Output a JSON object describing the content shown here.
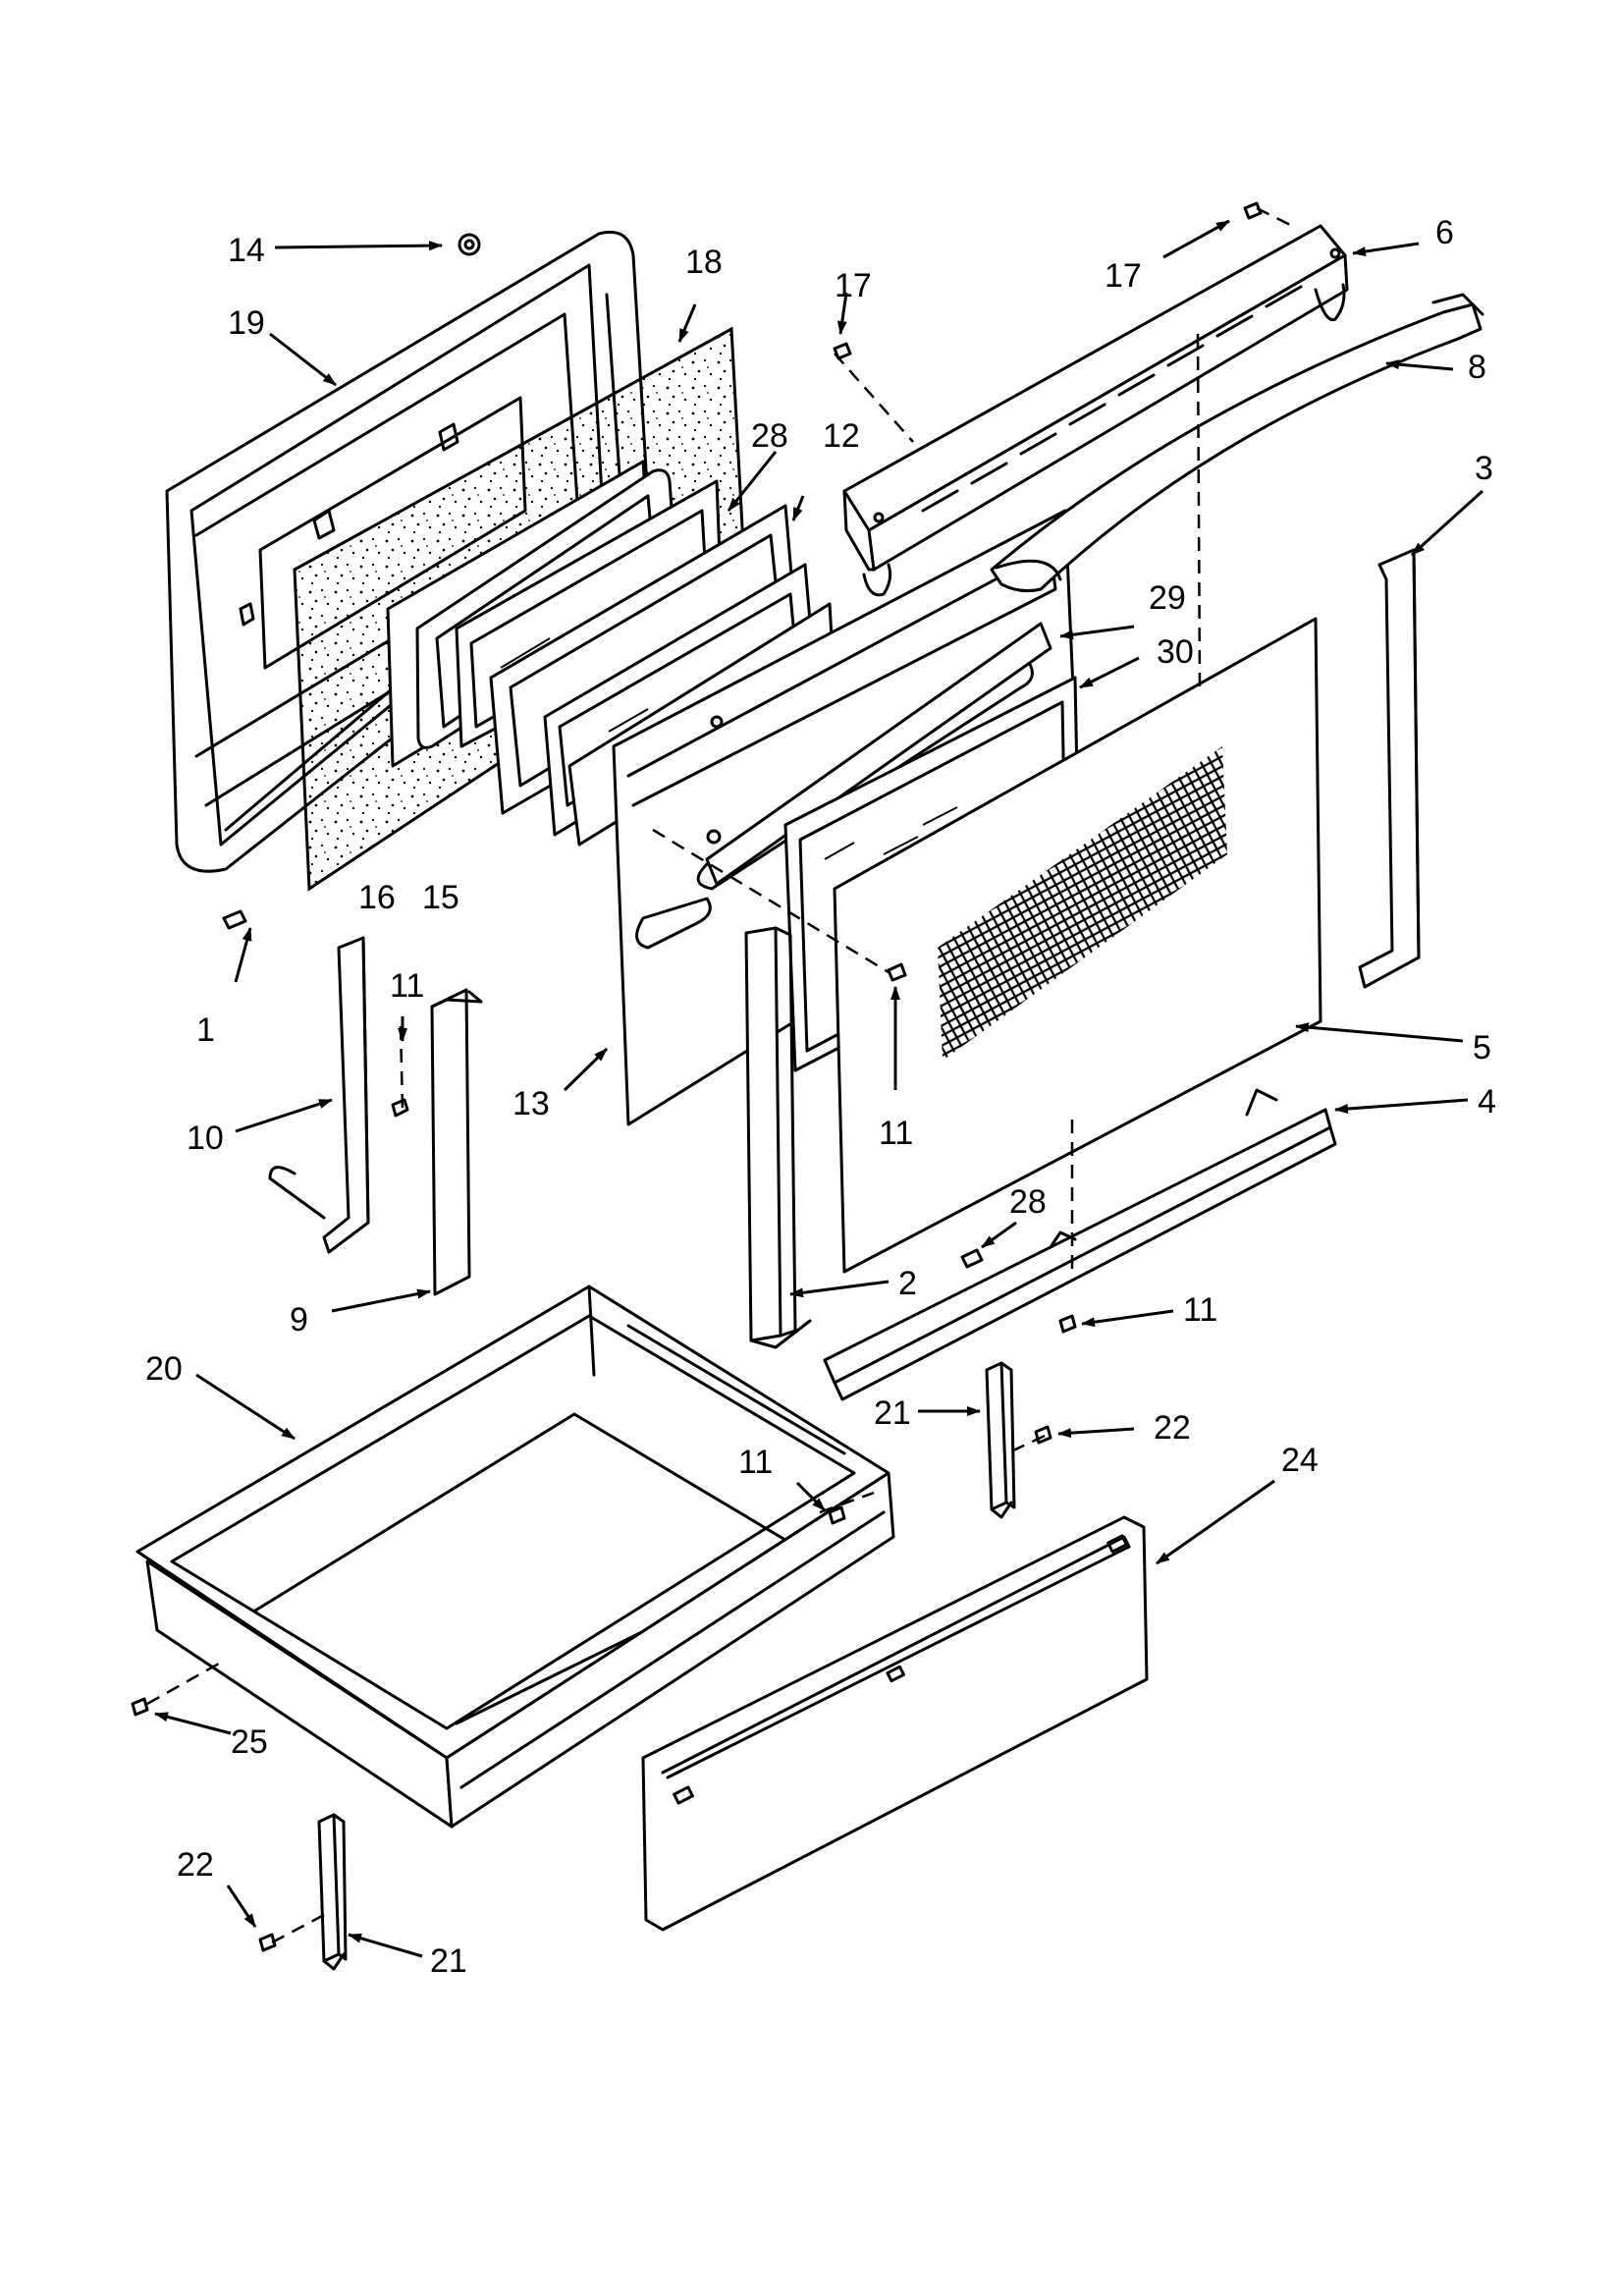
{
  "diagram": {
    "parts": {
      "p1": "1",
      "p2": "2",
      "p3": "3",
      "p4": "4",
      "p5": "5",
      "p6": "6",
      "p8": "8",
      "p9": "9",
      "p10": "10",
      "p11a": "11",
      "p11b": "11",
      "p11c": "11",
      "p11d": "11",
      "p12": "12",
      "p13": "13",
      "p14": "14",
      "p15": "15",
      "p16": "16",
      "p17a": "17",
      "p17b": "17",
      "p18": "18",
      "p19": "19",
      "p20": "20",
      "p21a": "21",
      "p21b": "21",
      "p22a": "22",
      "p22b": "22",
      "p24": "24",
      "p25": "25",
      "p28a": "28",
      "p28b": "28",
      "p29": "29",
      "p30": "30"
    }
  }
}
